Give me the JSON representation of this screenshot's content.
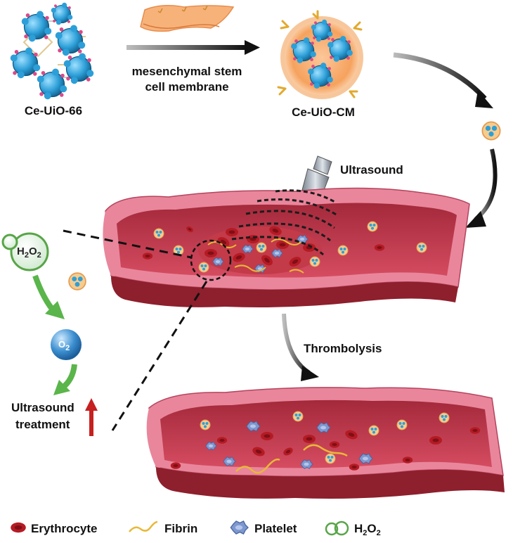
{
  "labels": {
    "ce_uio_66": "Ce-UiO-66",
    "membrane_line1": "mesenchymal stem",
    "membrane_line2": "cell membrane",
    "ce_uio_cm": "Ce-UiO-CM",
    "ultrasound": "Ultrasound",
    "thrombolysis": "Thrombolysis",
    "h2o2_h": "H",
    "h2o2_sub1": "2",
    "h2o2_o": "O",
    "h2o2_sub2": "2",
    "o2_o": "O",
    "o2_sub": "2",
    "ultrasound_treatment_line1": "Ultrasound",
    "ultrasound_treatment_line2": "treatment"
  },
  "legend": {
    "erythrocyte": "Erythrocyte",
    "fibrin": "Fibrin",
    "platelet": "Platelet",
    "h2o2_h": "H",
    "h2o2_sub1": "2",
    "h2o2_o": "O",
    "h2o2_sub2": "2"
  },
  "colors": {
    "vessel_outer": "#e9869c",
    "vessel_inner": "#c5384e",
    "vessel_dark": "#8e1f2c",
    "erythrocyte": "#b51b24",
    "platelet": "#7d98cf",
    "fibrin": "#d9a233",
    "mof_blue": "#2d9fd8",
    "membrane_orange": "#f5a05a",
    "arrow_green": "#5ab54a",
    "arrow_red": "#c62020"
  }
}
